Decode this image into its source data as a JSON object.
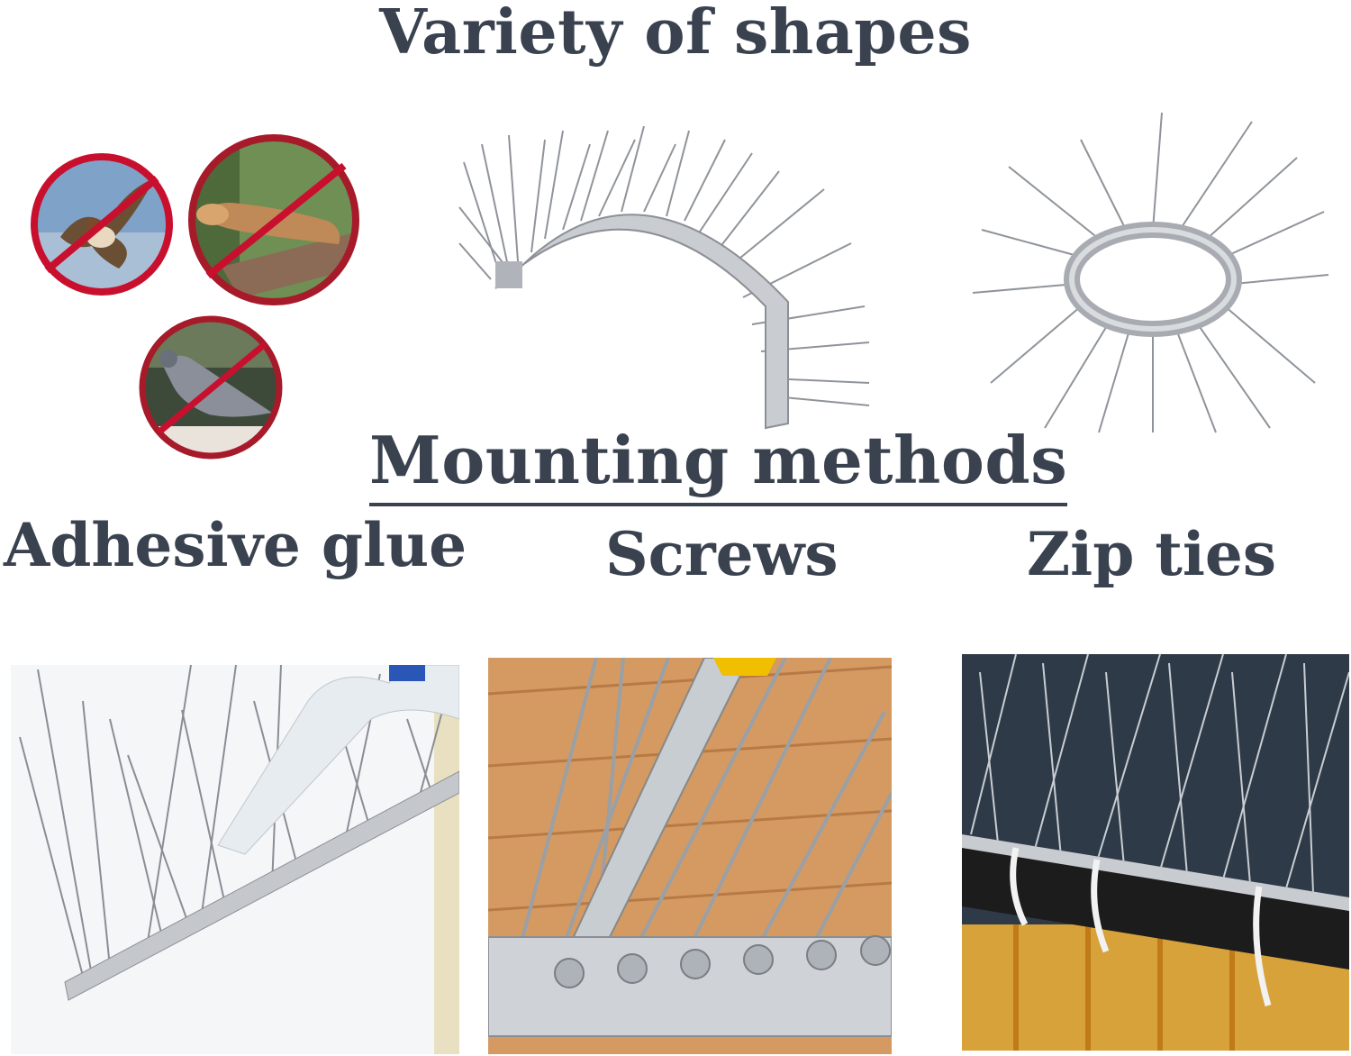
{
  "headings": {
    "variety": "Variety of shapes",
    "mounting": "Mounting methods"
  },
  "methods": {
    "adhesive": "Adhesive glue",
    "screws": "Screws",
    "zip": "Zip ties"
  },
  "colors": {
    "heading_text": "#3a4250",
    "prohibition_red": "#c8102e",
    "metal": "#b8bcc2"
  },
  "icons": [
    "no-bird-icon",
    "no-weasel-icon",
    "no-pigeon-icon"
  ]
}
